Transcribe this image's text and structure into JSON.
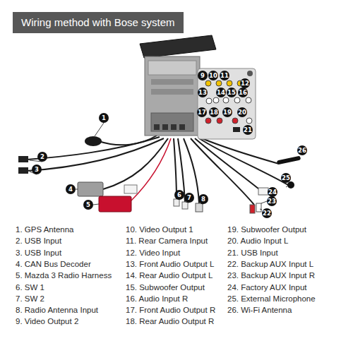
{
  "diagram": {
    "title": "Wiring method with Bose system",
    "labels": [
      "1",
      "2",
      "3",
      "4",
      "5",
      "6",
      "7",
      "8",
      "9",
      "10",
      "11",
      "12",
      "13",
      "14",
      "15",
      "16",
      "17",
      "18",
      "19",
      "20",
      "21",
      "22",
      "23",
      "24",
      "25",
      "26",
      "1. GPS Antenna",
      "2. USB Input",
      "3. USB Input",
      "4. CAN Bus Decoder",
      "5. Mazda 3 Radio Harness",
      "6. SW 1",
      "7. SW 2",
      "8. Radio Antenna Input",
      "9. Video Output 2",
      "10. Video Output 1",
      "11. Rear Camera Input",
      "12. Video Input",
      "13. Front Audio Output L",
      "14. Rear Audio Output L",
      "15. Subwoofer Output",
      "16. Audio Input R",
      "17. Front Audio Output R",
      "18. Rear Audio Output R",
      "19. Subwoofer Output",
      "20. Audio Input L",
      "21. USB Input",
      "22. Backup AUX Input L",
      "23. Backup AUX Input R",
      "24. Factory AUX Input",
      "25. External Microphone",
      "26. Wi-Fi Antenna"
    ]
  }
}
